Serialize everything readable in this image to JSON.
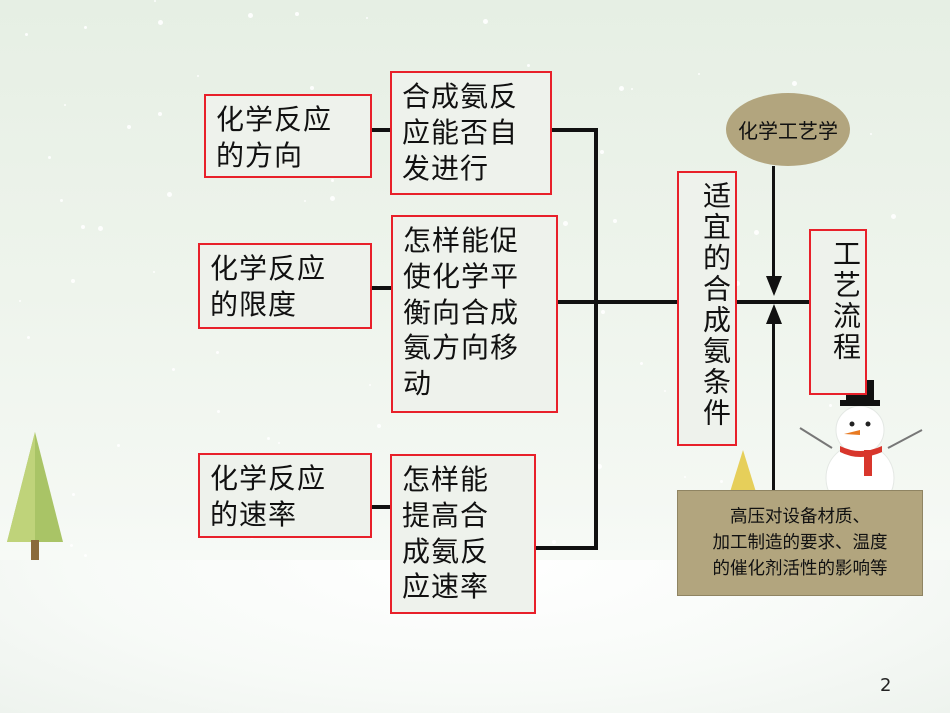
{
  "left_boxes": [
    {
      "lines": [
        "化学反应",
        "的方向"
      ]
    },
    {
      "lines": [
        "化学反应",
        "的限度"
      ]
    },
    {
      "lines": [
        "化学反应",
        "的速率"
      ]
    }
  ],
  "mid_boxes": [
    {
      "lines": [
        "合成氨反",
        "应能否自",
        "发进行"
      ]
    },
    {
      "lines": [
        "怎样能促",
        "使化学平",
        "衡向合成",
        "氨方向移",
        "动"
      ]
    },
    {
      "lines": [
        "怎样能",
        "提高合",
        "成氨反",
        "应速率"
      ]
    }
  ],
  "condition_box": {
    "text": "适宜的合成氨条件"
  },
  "process_box": {
    "text": "工艺流程"
  },
  "chem_tech_ellipse": {
    "text": "化学工艺学"
  },
  "note_box": {
    "lines": [
      "高压对设备材质、",
      "加工制造的要求、温度",
      "的催化剂活性的影响等"
    ]
  },
  "page_number": "2",
  "colors": {
    "border_red": "#e8202a",
    "khaki": "#b2a57e",
    "line": "#111111"
  }
}
